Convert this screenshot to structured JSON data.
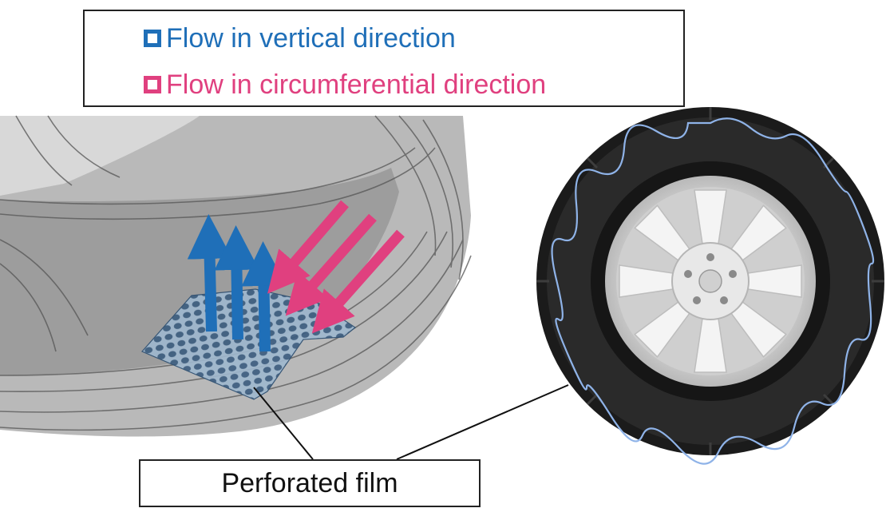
{
  "legend": {
    "vertical_label": "Flow in vertical direction",
    "circumferential_label": "Flow in circumferential direction",
    "vertical_color": "#1f6fb8",
    "circumferential_color": "#e0407f"
  },
  "callout": {
    "label": "Perforated film"
  }
}
